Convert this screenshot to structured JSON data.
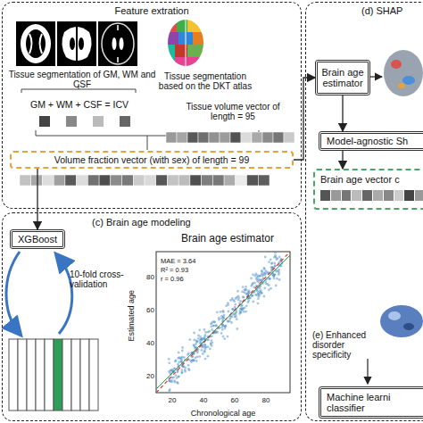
{
  "diagram": {
    "nodes": [
      {
        "text": [
          "Feature extration"
        ]
      },
      {
        "text": [
          "Volume fraction vector (with sex) of length = 99"
        ],
        "in": 0
      },
      {
        "text": [
          "(c) Brain age modeling"
        ]
      },
      {
        "text": [
          "XGBoost"
        ],
        "in": 2
      },
      {
        "text": [
          "(d) SHAP"
        ]
      },
      {
        "text": [
          "Brain age estimator"
        ],
        "in": 4
      },
      {
        "text": [
          "Model-agnostic Sh"
        ],
        "in": 4
      },
      {
        "text": [
          "Brain age vector c"
        ],
        "in": 4
      },
      {
        "text": [
          "Machine learni classifier"
        ],
        "in": 4
      }
    ],
    "edges": [
      {
        "from": 1,
        "to": 3,
        "arrow": "to"
      },
      {
        "from": 1,
        "to": 5,
        "arrow": "to"
      },
      {
        "from": 5,
        "to": 6,
        "arrow": "to"
      },
      {
        "from": 6,
        "to": 7,
        "arrow": "to"
      }
    ],
    "labels": [
      "Tissue segmentation of GM, WM and CSF",
      "Tissue segmentation based on the DKT atlas",
      "GM + WM + CSF = ICV",
      "Tissue volume vector of length = 95",
      "10-fold cross-validation",
      "Brain age estimator",
      "MAE = 3.64",
      "R² = 0.93",
      "r = 0.96",
      "Estimated age",
      "Chronological age",
      "20",
      "40",
      "60",
      "80",
      "20",
      "40",
      "60",
      "80",
      "(e) Enhanced disorder specificity"
    ]
  }
}
